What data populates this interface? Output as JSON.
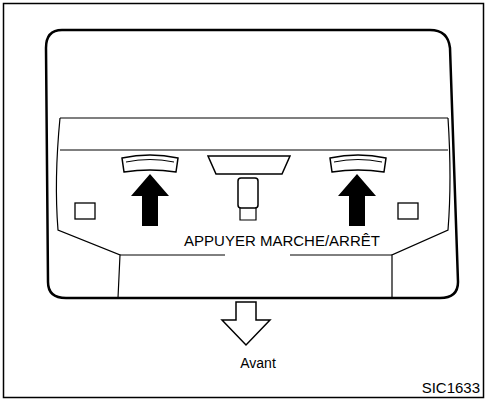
{
  "diagram": {
    "labels": [
      "APPUYER MARCHE/ARRÊT",
      "Avant",
      "SIC1633"
    ]
  }
}
